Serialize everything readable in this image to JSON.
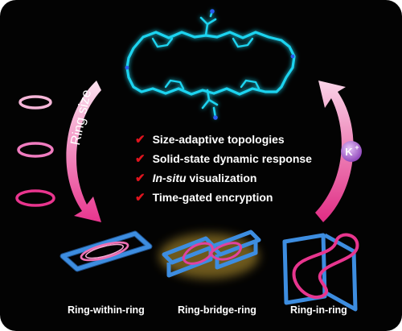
{
  "features": [
    {
      "check": "✔",
      "text": "Size-adaptive topologies"
    },
    {
      "check": "✔",
      "text": "Solid-state dynamic response"
    },
    {
      "check": "✔",
      "prefix_italic": "In-situ",
      "text": " visualization"
    },
    {
      "check": "✔",
      "text": "Time-gated encryption"
    }
  ],
  "arrow_label": "Ring size",
  "ion": {
    "symbol": "K",
    "charge": "+"
  },
  "captions": {
    "left": "Ring-within-ring",
    "middle": "Ring-bridge-ring",
    "right": "Ring-in-ring"
  },
  "colors": {
    "background": "#030303",
    "molecule": "#1fd4f0",
    "box": "#3d8de0",
    "ring": "#f070b4",
    "check": "#e0141e",
    "ion": "#b06ad8",
    "glow": "#f0c23c"
  }
}
